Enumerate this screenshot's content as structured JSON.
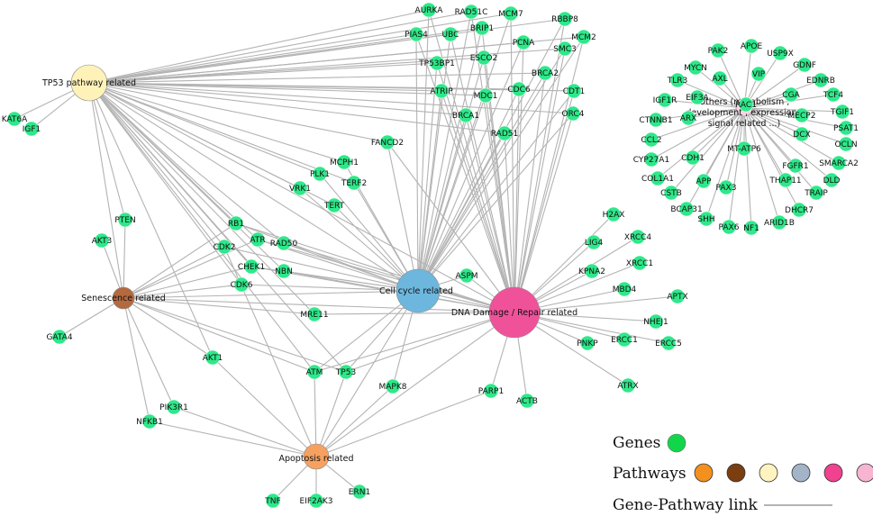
{
  "colors": {
    "gene": "#2ee88a",
    "edge": "#b3b3b3",
    "pathway_colors": [
      "#f4901e",
      "#7a3e10",
      "#fff4bf",
      "#a3b4c8",
      "#f0428f",
      "#f7b5d2"
    ]
  },
  "hubs": [
    {
      "id": "tp53",
      "label": "TP53 pathway related",
      "color": "#fff2b8"
    },
    {
      "id": "sen",
      "label": "Senescence related",
      "color": "#b5693f"
    },
    {
      "id": "cc",
      "label": "Cell cycle related",
      "color": "#6db7de"
    },
    {
      "id": "dna",
      "label": "DNA Damage / Repair related",
      "color": "#f0529a"
    },
    {
      "id": "apo",
      "label": "Apoptosis related",
      "color": "#f6a160"
    },
    {
      "id": "oth",
      "label": "Others (metabolism ; development ; expression ; signal related ...)",
      "color": "#f9d3e4"
    }
  ],
  "genes": [
    "AURKA",
    "RAD51C",
    "MCM7",
    "RBBP8",
    "PIAS4",
    "UBC",
    "BRIP1",
    "PCNA",
    "SMC3",
    "MCM2",
    "TP53BP1",
    "ESCO2",
    "BRCA2",
    "ATRIP",
    "MDC1",
    "CDC6",
    "CDT1",
    "BRCA1",
    "ORC4",
    "RAD51",
    "FANCD2",
    "KAT6A",
    "IGF1",
    "MCPH1",
    "PLK1",
    "VRK1",
    "TERF2",
    "TERT",
    "PTEN",
    "AKT3",
    "RB1",
    "CDK2",
    "ATR",
    "RAD50",
    "CHEK1",
    "NBN",
    "CDK6",
    "ASPM",
    "MRE11",
    "GATA4",
    "AKT1",
    "ATM",
    "TP53",
    "MAPK8",
    "PIK3R1",
    "NFKB1",
    "PARP1",
    "ACTB",
    "TNF",
    "EIF2AK3",
    "ERN1",
    "H2AX",
    "LIG4",
    "XRCC4",
    "KPNA2",
    "XRCC1",
    "MBD4",
    "APTX",
    "NHEJ1",
    "ERCC1",
    "ERCC5",
    "PNKP",
    "ATRX",
    "PAK2",
    "APOE",
    "USP9X",
    "MYCN",
    "VIP",
    "GDNF",
    "TLR3",
    "AXL",
    "EDNRB",
    "IGF1R",
    "EIF3A",
    "CGA",
    "TCF4",
    "RAC1",
    "TGIF1",
    "CTNNB1",
    "ARX",
    "MECP2",
    "PSAT1",
    "OCLN",
    "CCL2",
    "DCX",
    "SMARCA2",
    "CYP27A1",
    "CDH1",
    "MT-ATP6",
    "FGFR1",
    "DLD",
    "COL1A1",
    "APP",
    "TRAIP",
    "CSTB",
    "PAX3",
    "THAP11",
    "BCAP31",
    "DHCR7",
    "SHH",
    "PAX6",
    "NF1",
    "ARID1B"
  ],
  "legend": {
    "genes_label": "Genes",
    "pathways_label": "Pathways",
    "link_label": "Gene-Pathway link"
  }
}
